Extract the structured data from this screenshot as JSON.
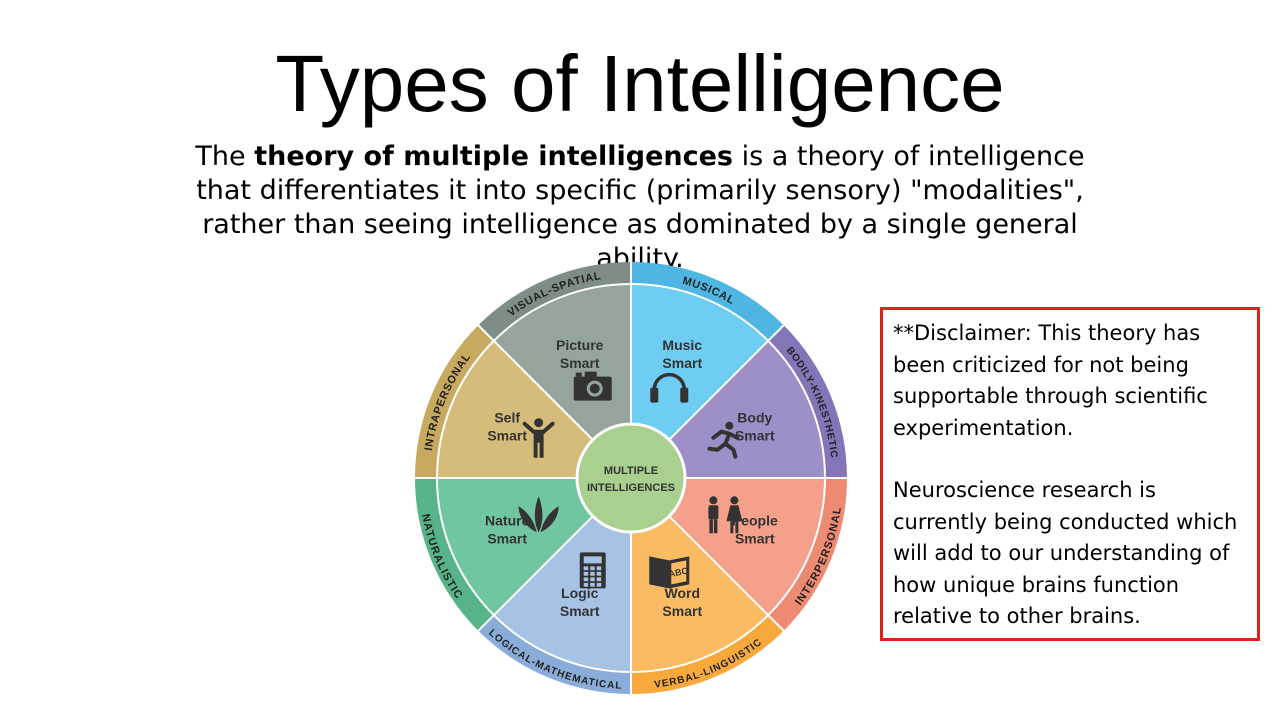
{
  "title": "Types of Intelligence",
  "intro": {
    "lead": "The ",
    "bold": "theory of multiple intelligences",
    "rest": " is a theory of intelligence that differentiates it into specific (primarily sensory) \"modalities\", rather than seeing intelligence as dominated by a single general ability."
  },
  "wheel": {
    "center": {
      "line1": "MULTIPLE",
      "line2": "INTELLIGENCES",
      "color": "#a9d08e"
    },
    "segments": [
      {
        "outer": "MUSICAL",
        "label1": "Music",
        "label2": "Smart",
        "icon": "headphones-icon",
        "color": "#6dcdf2",
        "ring": "#4fb6e3"
      },
      {
        "outer": "BODILY-KINESTHETIC",
        "label1": "Body",
        "label2": "Smart",
        "icon": "running-person-icon",
        "color": "#9f8fc9",
        "ring": "#8474b8"
      },
      {
        "outer": "INTERPERSONAL",
        "label1": "People",
        "label2": "Smart",
        "icon": "people-icon",
        "color": "#f4a08a",
        "ring": "#ee8a72"
      },
      {
        "outer": "VERBAL-LINGUISTIC",
        "label1": "Word",
        "label2": "Smart",
        "icon": "book-icon",
        "color": "#fbbb62",
        "ring": "#f7a93c"
      },
      {
        "outer": "LOGICAL-MATHEMATICAL",
        "label1": "Logic",
        "label2": "Smart",
        "icon": "calculator-icon",
        "color": "#a6c3e6",
        "ring": "#89acd9"
      },
      {
        "outer": "NATURALISTIC",
        "label1": "Nature",
        "label2": "Smart",
        "icon": "plant-icon",
        "color": "#6fc6a0",
        "ring": "#56b488"
      },
      {
        "outer": "INTRAPERSONAL",
        "label1": "Self",
        "label2": "Smart",
        "icon": "person-arms-up-icon",
        "color": "#d6bc7b",
        "ring": "#c7a95f"
      },
      {
        "outer": "VISUAL-SPATIAL",
        "label1": "Picture",
        "label2": "Smart",
        "icon": "camera-icon",
        "color": "#96a59b",
        "ring": "#7e8e84"
      }
    ]
  },
  "disclaimer": {
    "p1": "**Disclaimer: This theory has been criticized for not being supportable through scientific experimentation.",
    "p2": "Neuroscience research is currently being conducted which will add to our understanding of how unique brains function relative to other brains."
  }
}
